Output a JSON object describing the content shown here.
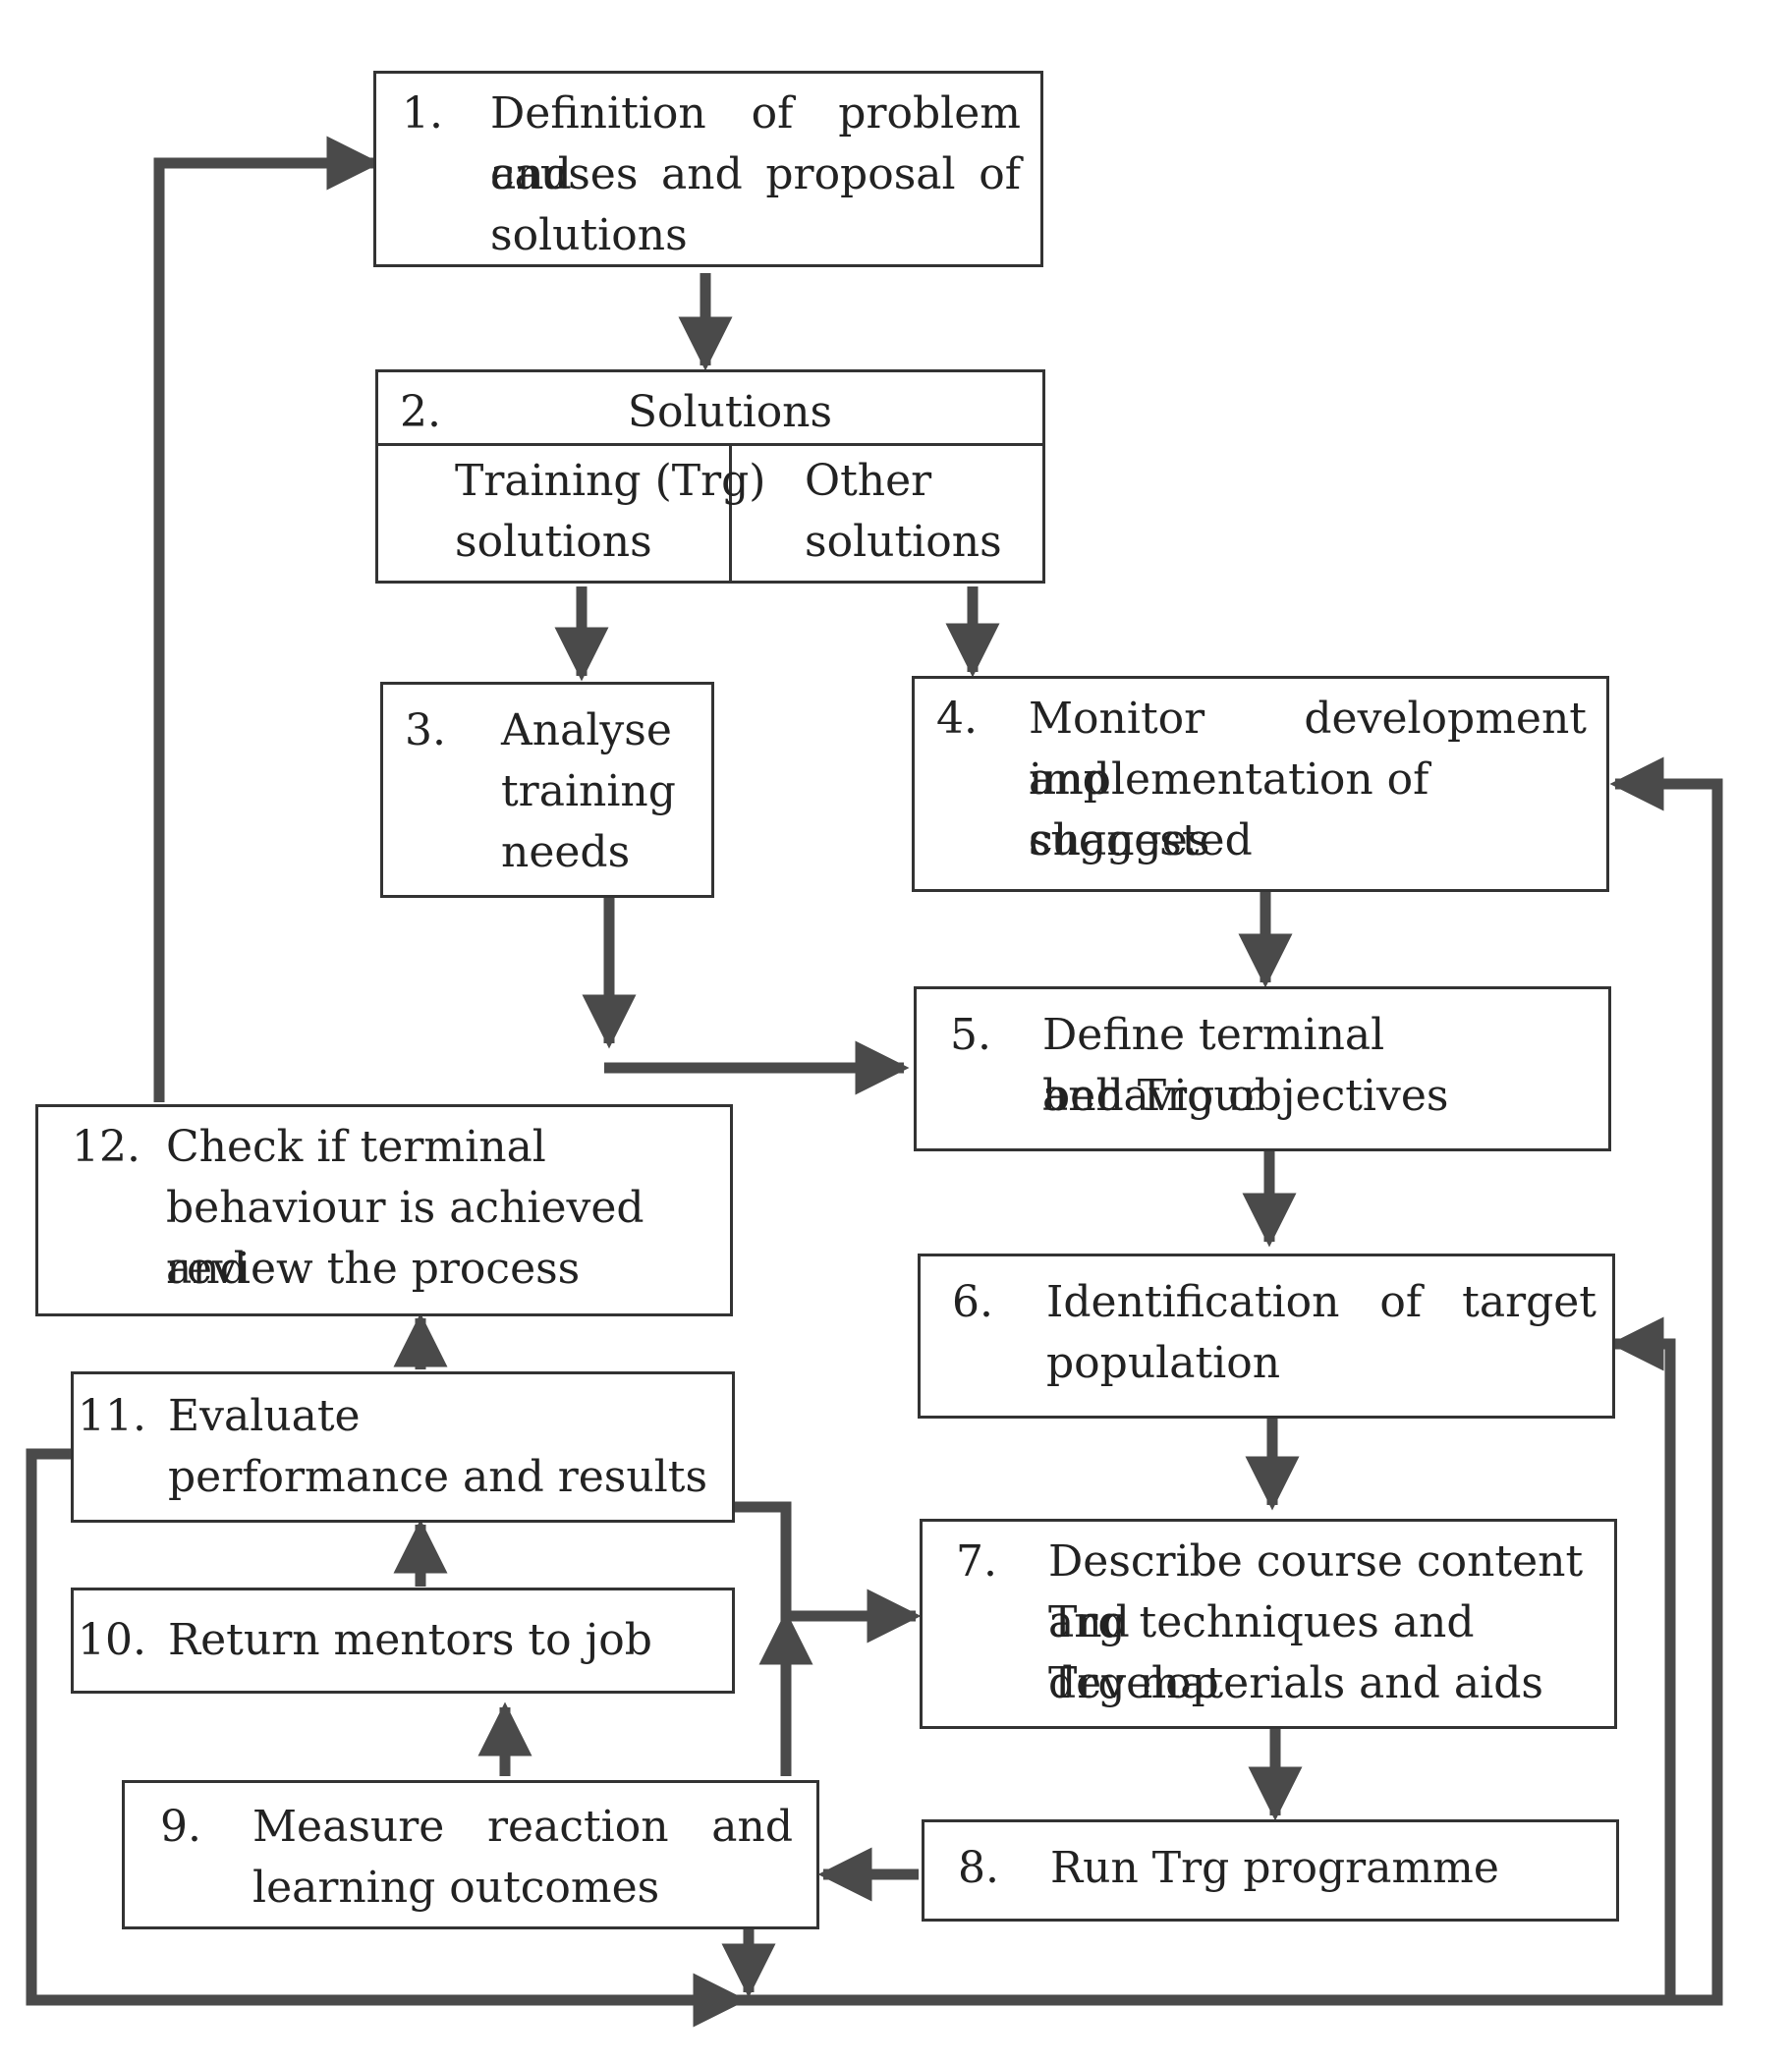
{
  "steps": {
    "s1": {
      "num": "1.",
      "l1": "Definition of problem and",
      "l2": "causes and proposal of",
      "l3": "solutions"
    },
    "s2": {
      "num": "2.",
      "title": "Solutions",
      "left_l1": "Training (Trg)",
      "left_l2": "solutions",
      "right_l1": "Other",
      "right_l2": "solutions"
    },
    "s3": {
      "num": "3.",
      "l1": "Analyse",
      "l2": "training",
      "l3": "needs"
    },
    "s4": {
      "num": "4.",
      "l1": "Monitor development and",
      "l2": "implementation of suggested",
      "l3": "changes"
    },
    "s5": {
      "num": "5.",
      "l1": "Define terminal behaviour",
      "l2": "and Trg objectives"
    },
    "s6": {
      "num": "6.",
      "l1": "Identification of target",
      "l2": "population"
    },
    "s7": {
      "num": "7.",
      "l1": "Describe course content and",
      "l2": "Trg techniques and develop",
      "l3": "Trg materials and aids"
    },
    "s8": {
      "num": "8.",
      "l1": "Run Trg programme"
    },
    "s9": {
      "num": "9.",
      "l1": "Measure reaction and",
      "l2": "learning outcomes"
    },
    "s10": {
      "num": "10.",
      "l1": "Return mentors to job"
    },
    "s11": {
      "num": "11.",
      "l1": "Evaluate",
      "l2": "performance and results"
    },
    "s12": {
      "num": "12.",
      "l1": "Check if terminal",
      "l2": "behaviour is achieved and",
      "l3": "review the process"
    }
  },
  "colors": {
    "border": "#333333",
    "arrow": "#4a4a4a",
    "text": "#222222"
  }
}
